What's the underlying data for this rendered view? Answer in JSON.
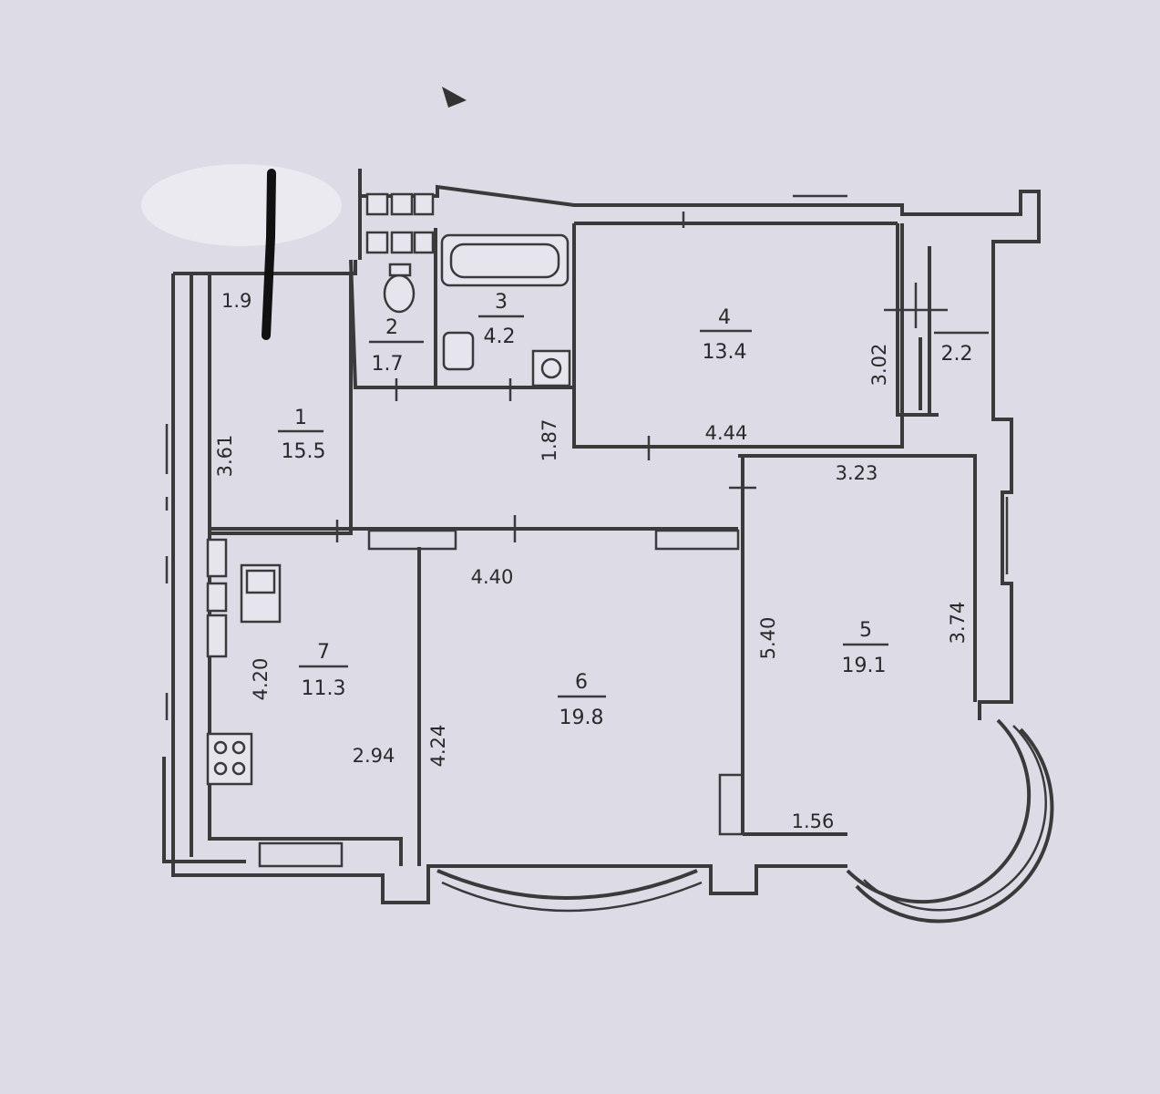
{
  "rooms": [
    {
      "num": "1",
      "area": "15.5"
    },
    {
      "num": "2",
      "area": "1.7"
    },
    {
      "num": "3",
      "area": "4.2"
    },
    {
      "num": "4",
      "area": "13.4"
    },
    {
      "num": "5",
      "area": "19.1"
    },
    {
      "num": "6",
      "area": "19.8"
    },
    {
      "num": "7",
      "area": "11.3"
    }
  ],
  "balcony_area": "2.2",
  "dimensions": {
    "r1_top": "1.9",
    "r1_side": "3.61",
    "corridor": "1.87",
    "r4_width": "4.44",
    "r4_side": "3.02",
    "r5_top": "3.23",
    "r5_side": "3.74",
    "r5_inner": "5.40",
    "r5_bottom": "1.56",
    "r6_top": "4.40",
    "r6_side": "4.24",
    "r7_side": "4.20",
    "r7_width": "2.94"
  }
}
